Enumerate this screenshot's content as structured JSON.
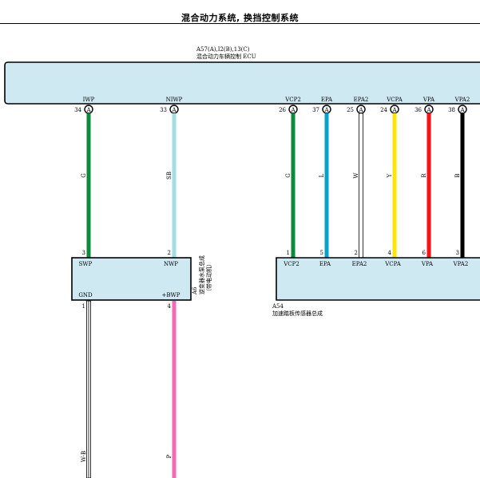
{
  "header": {
    "title": "混合动力系统, 换挡控制系统"
  },
  "ecu": {
    "connector_label": "A57(A),I2(B),13(C)",
    "name": "混合动力车辆控制 ECU",
    "pins": [
      {
        "signal": "IWP",
        "number": "34",
        "conn": "A"
      },
      {
        "signal": "NIWP",
        "number": "33",
        "conn": "A"
      },
      {
        "signal": "VCP2",
        "number": "26",
        "conn": "A"
      },
      {
        "signal": "EPA",
        "number": "37",
        "conn": "A"
      },
      {
        "signal": "EPA2",
        "number": "25",
        "conn": "A"
      },
      {
        "signal": "VCPA",
        "number": "24",
        "conn": "A"
      },
      {
        "signal": "VPA",
        "number": "36",
        "conn": "A"
      },
      {
        "signal": "VPA2",
        "number": "38",
        "conn": "A"
      }
    ]
  },
  "wires": [
    {
      "color_code": "G",
      "color": "#0a8a3a"
    },
    {
      "color_code": "SB",
      "color": "#a3dce2"
    },
    {
      "color_code": "G",
      "color": "#0a8a3a"
    },
    {
      "color_code": "L",
      "color": "#0aa0c8"
    },
    {
      "color_code": "W",
      "color": "#ffffff"
    },
    {
      "color_code": "Y",
      "color": "#ffe600"
    },
    {
      "color_code": "R",
      "color": "#ff1010"
    },
    {
      "color_code": "B",
      "color": "#000000"
    }
  ],
  "pump": {
    "top_pins": [
      {
        "number": "3",
        "signal": "SWP"
      },
      {
        "number": "2",
        "signal": "NWP"
      }
    ],
    "bottom_pins": [
      {
        "number": "1",
        "signal": "GND"
      },
      {
        "number": "4",
        "signal": "+BWP"
      }
    ],
    "ref": "A6",
    "name_line1": "逆变器水泵总成",
    "name_line2": "（带电动机）",
    "lower_wires": [
      {
        "color_code": "W-B",
        "color": "#ffffff"
      },
      {
        "color_code": "P",
        "color": "#f06ab4"
      }
    ]
  },
  "sensor": {
    "pins": [
      {
        "number": "1",
        "signal": "VCP2"
      },
      {
        "number": "5",
        "signal": "EPA"
      },
      {
        "number": "2",
        "signal": "EPA2"
      },
      {
        "number": "4",
        "signal": "VCPA"
      },
      {
        "number": "6",
        "signal": "VPA"
      },
      {
        "number": "3",
        "signal": "VPA2"
      }
    ],
    "ref": "A54",
    "name": "加速踏板传感器总成"
  },
  "colors": {
    "box_fill": "#cfe9f3",
    "outline": "#000000"
  }
}
